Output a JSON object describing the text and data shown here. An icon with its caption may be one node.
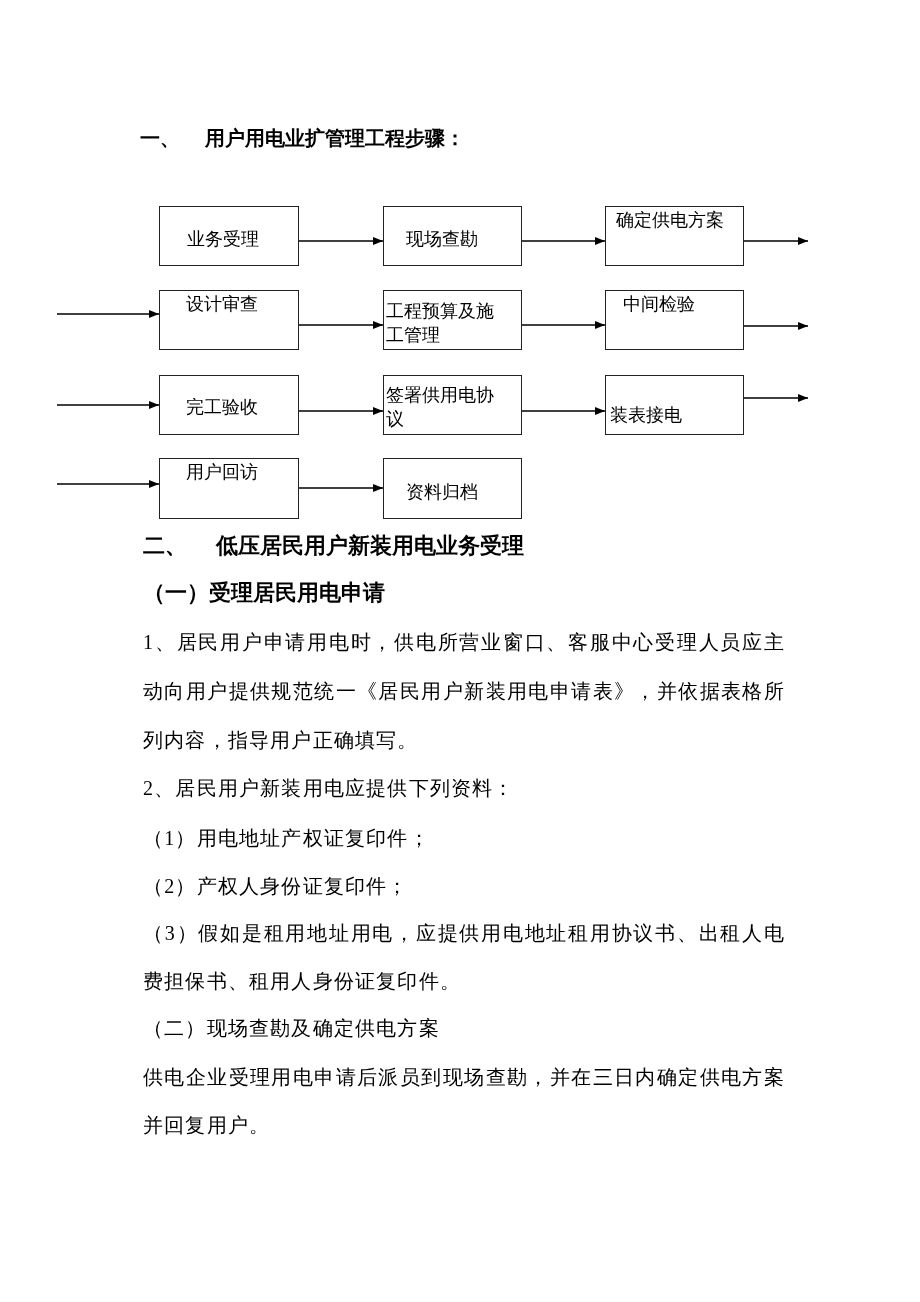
{
  "diagram": {
    "title": "一、 用户用电业扩管理工程步骤：",
    "nodes": [
      {
        "text": [
          "业务受理"
        ]
      },
      {
        "text": [
          "现场查勘"
        ]
      },
      {
        "text": [
          "确定供电方案"
        ]
      },
      {
        "text": [
          "设计审查"
        ]
      },
      {
        "text": [
          "工程预算及施工管理"
        ]
      },
      {
        "text": [
          "中间检验"
        ]
      },
      {
        "text": [
          "完工验收"
        ]
      },
      {
        "text": [
          "签署供用电协议"
        ]
      },
      {
        "text": [
          "装表接电"
        ]
      },
      {
        "text": [
          "用户回访"
        ]
      },
      {
        "text": [
          "资料归档"
        ]
      }
    ],
    "edges": [
      {
        "from": 0,
        "to": 1,
        "arrow": "to"
      },
      {
        "from": 1,
        "to": 2,
        "arrow": "to"
      },
      {
        "from": 2,
        "to": null,
        "arrow": "to"
      },
      {
        "from": null,
        "to": 3,
        "arrow": "to"
      },
      {
        "from": 3,
        "to": 4,
        "arrow": "to"
      },
      {
        "from": 4,
        "to": 5,
        "arrow": "to"
      },
      {
        "from": 5,
        "to": null,
        "arrow": "to"
      },
      {
        "from": null,
        "to": 6,
        "arrow": "to"
      },
      {
        "from": 6,
        "to": 7,
        "arrow": "to"
      },
      {
        "from": 7,
        "to": 8,
        "arrow": "to"
      },
      {
        "from": 8,
        "to": null,
        "arrow": "to"
      },
      {
        "from": null,
        "to": 9,
        "arrow": "to"
      },
      {
        "from": 9,
        "to": 10,
        "arrow": "to"
      }
    ],
    "labels": [
      "二、 低压居民用户新装用电业务受理",
      "（一）受理居民用电申请",
      "1、居民用户申请用电时，供电所营业窗口、客服中心受理人员应主动向用户提供规范统一《居民用户新装用电申请表》，并依据表格所列内容，指导用户正确填写。",
      "2、居民用户新装用电应提供下列资料：",
      "（1）用电地址产权证复印件；",
      "（2）产权人身份证复印件；",
      "（3）假如是租用地址用电，应提供用电地址租用协议书、出租人电费担保书、租用人身份证复印件。",
      "（二）现场查勘及确定供电方案",
      "供电企业受理用电申请后派员到现场查勘，并在三日内确定供电方案并回复用户。"
    ]
  }
}
